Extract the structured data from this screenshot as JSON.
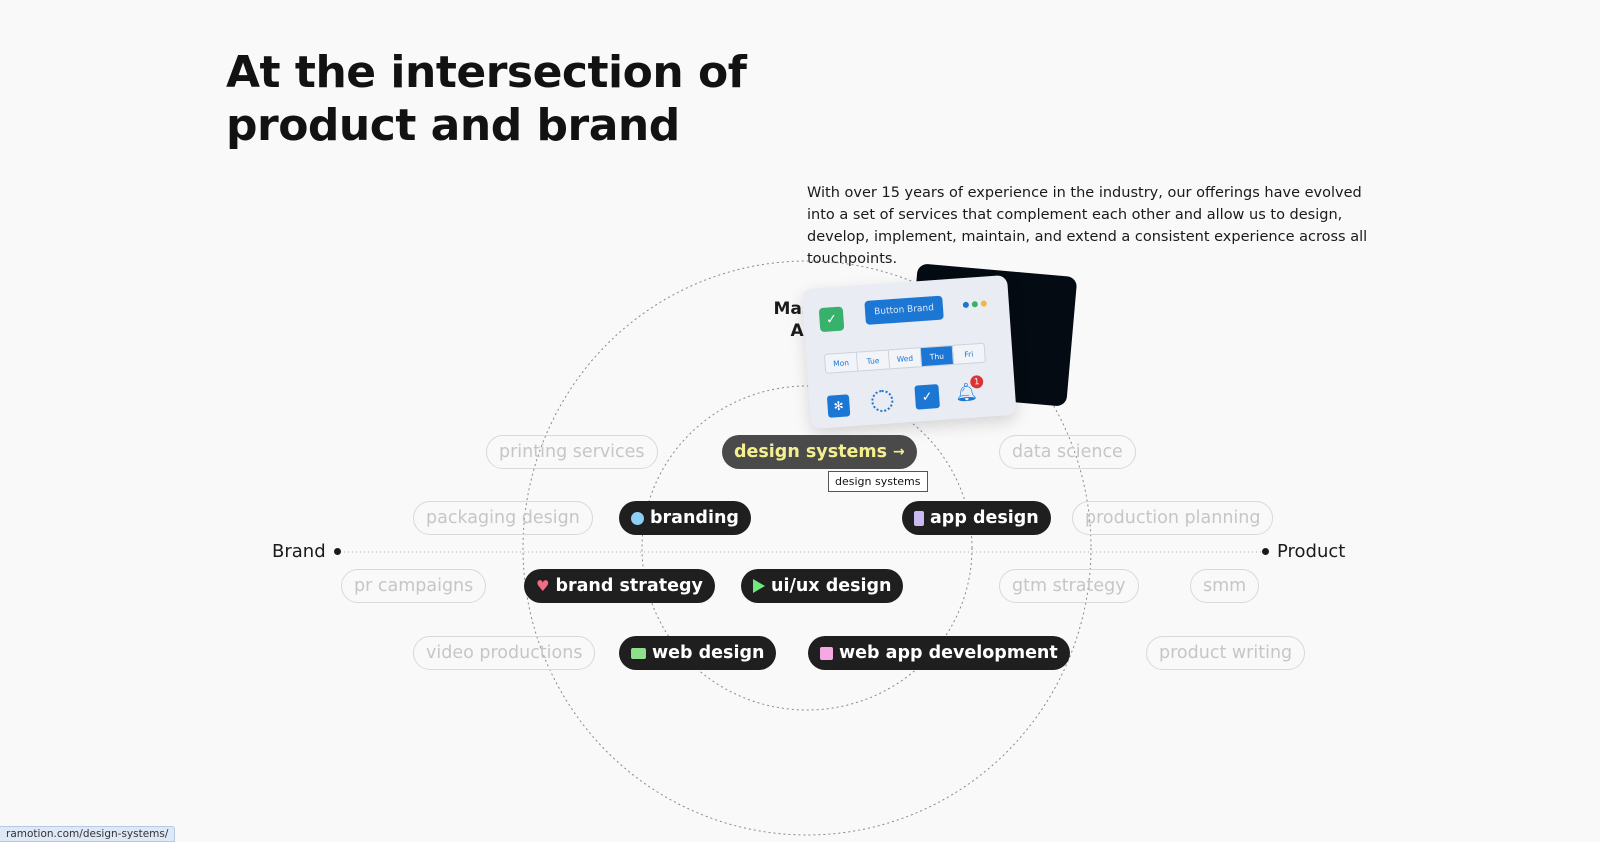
{
  "heading": {
    "line1": "At the intersection of",
    "line2": "product and brand"
  },
  "intro": "With over 15 years of experience in the industry, our offerings have evolved into a set of services that complement each other and allow us to design, develop, implement, maintain, and extend a consistent experience across all touchpoints.",
  "axis": {
    "left": "Brand",
    "right": "Product"
  },
  "mast_text": {
    "line1": "Mas",
    "line2": "Ar"
  },
  "services_outer": {
    "printing": "printing services",
    "packaging": "packaging design",
    "pr": "pr campaigns",
    "video": "video productions",
    "data_science": "data science",
    "production_planning": "production planning",
    "gtm": "gtm strategy",
    "smm": "smm",
    "product_writing": "product writing"
  },
  "services_core": {
    "design_systems": "design systems",
    "branding": "branding",
    "app_design": "app design",
    "brand_strategy": "brand strategy",
    "uiux": "ui/ux design",
    "web_design": "web design",
    "web_app": "web app development"
  },
  "tooltip": "design systems",
  "card": {
    "button_label": "Button Brand",
    "days": [
      "Mon",
      "Tue",
      "Wed",
      "Thu",
      "Fri"
    ],
    "selected_day": "Thu",
    "badge_count": "1",
    "colors": {
      "blue": "#1c76d4",
      "green": "#38b26a",
      "dark": "#050b12",
      "red": "#d93535"
    }
  },
  "status_url": "ramotion.com/design-systems/",
  "colors": {
    "pill_dark": "#1f1f1f",
    "pill_active_text": "#f5f08f",
    "ghost_text": "#c6c6c6"
  }
}
